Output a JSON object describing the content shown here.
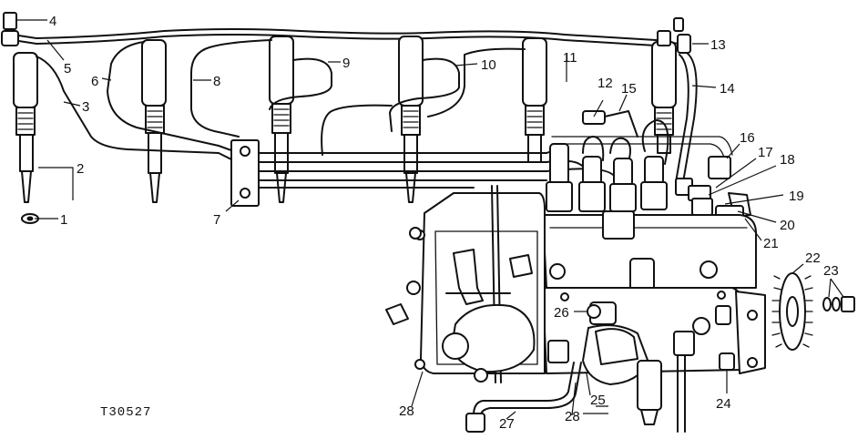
{
  "figure_id": "T30527",
  "callouts": [
    {
      "num": "1"
    },
    {
      "num": "2"
    },
    {
      "num": "3"
    },
    {
      "num": "4"
    },
    {
      "num": "5"
    },
    {
      "num": "6"
    },
    {
      "num": "7"
    },
    {
      "num": "8"
    },
    {
      "num": "9"
    },
    {
      "num": "10"
    },
    {
      "num": "11"
    },
    {
      "num": "12"
    },
    {
      "num": "13"
    },
    {
      "num": "14"
    },
    {
      "num": "15"
    },
    {
      "num": "16"
    },
    {
      "num": "17"
    },
    {
      "num": "18"
    },
    {
      "num": "19"
    },
    {
      "num": "20"
    },
    {
      "num": "21"
    },
    {
      "num": "22"
    },
    {
      "num": "23"
    },
    {
      "num": "24"
    },
    {
      "num": "25"
    },
    {
      "num": "26"
    },
    {
      "num": "27"
    },
    {
      "num": "28"
    },
    {
      "num": "28"
    }
  ]
}
